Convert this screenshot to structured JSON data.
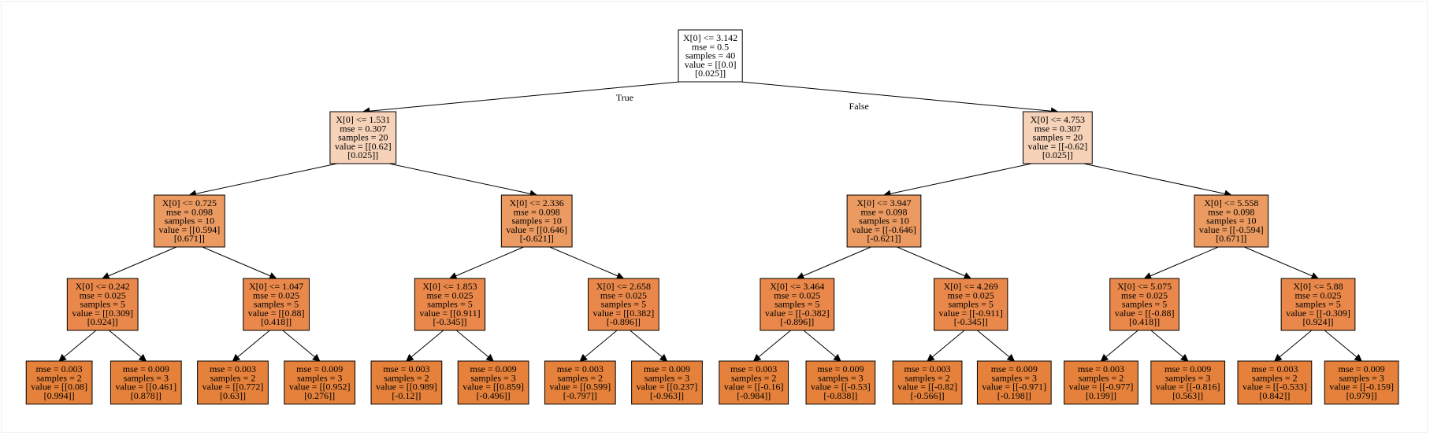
{
  "colors": {
    "root": "#ffffff",
    "depth1": "#f6d2b8",
    "depth2": "#eb9a61",
    "depth3": "#e9884a",
    "leaf": "#e5813a",
    "edge": "#000000"
  },
  "edge_labels": {
    "left": "True",
    "right": "False"
  },
  "tree": {
    "lines": [
      "X[0] <= 3.142",
      "mse = 0.5",
      "samples = 40",
      "value = [[0.0]",
      "[0.025]]"
    ],
    "children": [
      {
        "lines": [
          "X[0] <= 1.531",
          "mse = 0.307",
          "samples = 20",
          "value = [[0.62]",
          "[0.025]]"
        ],
        "children": [
          {
            "lines": [
              "X[0] <= 0.725",
              "mse = 0.098",
              "samples = 10",
              "value = [[0.594]",
              "[0.671]]"
            ],
            "children": [
              {
                "lines": [
                  "X[0] <= 0.242",
                  "mse = 0.025",
                  "samples = 5",
                  "value = [[0.309]",
                  "[0.924]]"
                ],
                "children": [
                  {
                    "lines": [
                      "mse = 0.003",
                      "samples = 2",
                      "value = [[0.08]",
                      "[0.994]]"
                    ]
                  },
                  {
                    "lines": [
                      "mse = 0.009",
                      "samples = 3",
                      "value = [[0.461]",
                      "[0.878]]"
                    ]
                  }
                ]
              },
              {
                "lines": [
                  "X[0] <= 1.047",
                  "mse = 0.025",
                  "samples = 5",
                  "value = [[0.88]",
                  "[0.418]]"
                ],
                "children": [
                  {
                    "lines": [
                      "mse = 0.003",
                      "samples = 2",
                      "value = [[0.772]",
                      "[0.63]]"
                    ]
                  },
                  {
                    "lines": [
                      "mse = 0.009",
                      "samples = 3",
                      "value = [[0.952]",
                      "[0.276]]"
                    ]
                  }
                ]
              }
            ]
          },
          {
            "lines": [
              "X[0] <= 2.336",
              "mse = 0.098",
              "samples = 10",
              "value = [[0.646]",
              "[-0.621]]"
            ],
            "children": [
              {
                "lines": [
                  "X[0] <= 1.853",
                  "mse = 0.025",
                  "samples = 5",
                  "value = [[0.911]",
                  "[-0.345]]"
                ],
                "children": [
                  {
                    "lines": [
                      "mse = 0.003",
                      "samples = 2",
                      "value = [[0.989]",
                      "[-0.12]]"
                    ]
                  },
                  {
                    "lines": [
                      "mse = 0.009",
                      "samples = 3",
                      "value = [[0.859]",
                      "[-0.496]]"
                    ]
                  }
                ]
              },
              {
                "lines": [
                  "X[0] <= 2.658",
                  "mse = 0.025",
                  "samples = 5",
                  "value = [[0.382]",
                  "[-0.896]]"
                ],
                "children": [
                  {
                    "lines": [
                      "mse = 0.003",
                      "samples = 2",
                      "value = [[0.599]",
                      "[-0.797]]"
                    ]
                  },
                  {
                    "lines": [
                      "mse = 0.009",
                      "samples = 3",
                      "value = [[0.237]",
                      "[-0.963]]"
                    ]
                  }
                ]
              }
            ]
          }
        ]
      },
      {
        "lines": [
          "X[0] <= 4.753",
          "mse = 0.307",
          "samples = 20",
          "value = [[-0.62]",
          "[0.025]]"
        ],
        "children": [
          {
            "lines": [
              "X[0] <= 3.947",
              "mse = 0.098",
              "samples = 10",
              "value = [[-0.646]",
              "[-0.621]]"
            ],
            "children": [
              {
                "lines": [
                  "X[0] <= 3.464",
                  "mse = 0.025",
                  "samples = 5",
                  "value = [[-0.382]",
                  "[-0.896]]"
                ],
                "children": [
                  {
                    "lines": [
                      "mse = 0.003",
                      "samples = 2",
                      "value = [[-0.16]",
                      "[-0.984]]"
                    ]
                  },
                  {
                    "lines": [
                      "mse = 0.009",
                      "samples = 3",
                      "value = [[-0.53]",
                      "[-0.838]]"
                    ]
                  }
                ]
              },
              {
                "lines": [
                  "X[0] <= 4.269",
                  "mse = 0.025",
                  "samples = 5",
                  "value = [[-0.911]",
                  "[-0.345]]"
                ],
                "children": [
                  {
                    "lines": [
                      "mse = 0.003",
                      "samples = 2",
                      "value = [[-0.82]",
                      "[-0.566]]"
                    ]
                  },
                  {
                    "lines": [
                      "mse = 0.009",
                      "samples = 3",
                      "value = [[-0.971]",
                      "[-0.198]]"
                    ]
                  }
                ]
              }
            ]
          },
          {
            "lines": [
              "X[0] <= 5.558",
              "mse = 0.098",
              "samples = 10",
              "value = [[-0.594]",
              "[0.671]]"
            ],
            "children": [
              {
                "lines": [
                  "X[0] <= 5.075",
                  "mse = 0.025",
                  "samples = 5",
                  "value = [[-0.88]",
                  "[0.418]]"
                ],
                "children": [
                  {
                    "lines": [
                      "mse = 0.003",
                      "samples = 2",
                      "value = [[-0.977]",
                      "[0.199]]"
                    ]
                  },
                  {
                    "lines": [
                      "mse = 0.009",
                      "samples = 3",
                      "value = [[-0.816]",
                      "[0.563]]"
                    ]
                  }
                ]
              },
              {
                "lines": [
                  "X[0] <= 5.88",
                  "mse = 0.025",
                  "samples = 5",
                  "value = [[-0.309]",
                  "[0.924]]"
                ],
                "children": [
                  {
                    "lines": [
                      "mse = 0.003",
                      "samples = 2",
                      "value = [[-0.533]",
                      "[0.842]]"
                    ]
                  },
                  {
                    "lines": [
                      "mse = 0.009",
                      "samples = 3",
                      "value = [[-0.159]",
                      "[0.979]]"
                    ]
                  }
                ]
              }
            ]
          }
        ]
      }
    ]
  }
}
